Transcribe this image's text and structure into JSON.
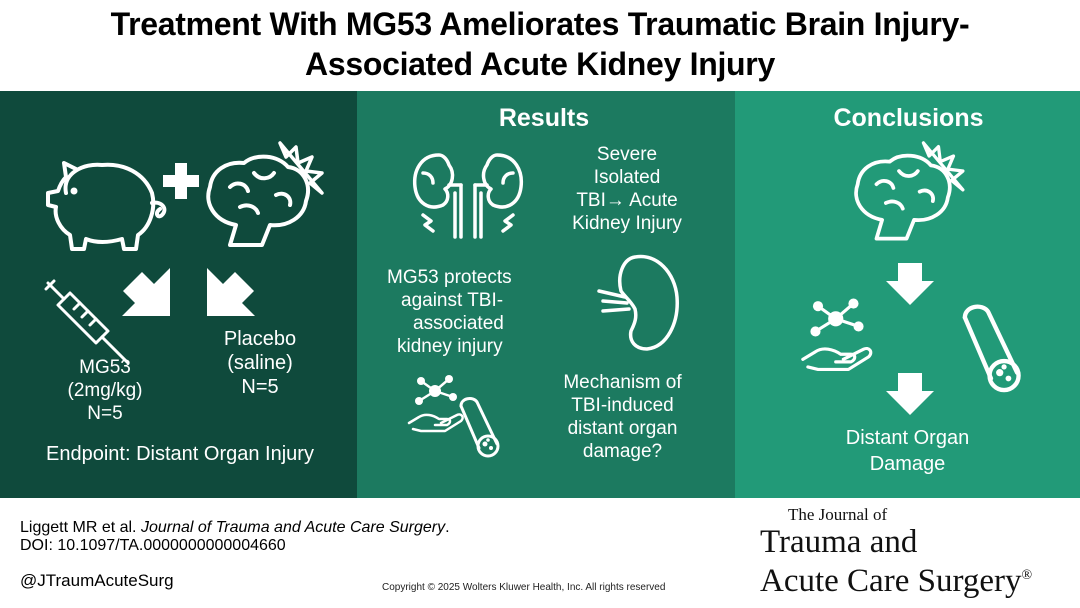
{
  "title": {
    "line1": "Treatment With MG53 Ameliorates Traumatic Brain Injury-",
    "line2": "Associated Acute Kidney Injury"
  },
  "methods": {
    "mg53_line1": "MG53",
    "mg53_line2": "(2mg/kg)",
    "mg53_line3": "N=5",
    "placebo_line1": "Placebo",
    "placebo_line2": "(saline)",
    "placebo_line3": "N=5",
    "endpoint": "Endpoint: Distant Organ Injury"
  },
  "results": {
    "heading": "Results",
    "finding1_line1": "Severe",
    "finding1_line2": "Isolated",
    "finding1_line3": "TBI→ Acute",
    "finding1_line4": "Kidney Injury",
    "finding2_line1": "MG53 protects",
    "finding2_line2": "against TBI-",
    "finding2_line3": "associated",
    "finding2_line4": "kidney injury",
    "question_line1": "Mechanism of",
    "question_line2": "TBI-induced",
    "question_line3": "distant organ",
    "question_line4": "damage?"
  },
  "conclusions": {
    "heading": "Conclusions",
    "line1": "Distant Organ",
    "line2": "Damage"
  },
  "footer": {
    "citation_authors": "Liggett MR et al. ",
    "citation_journal": "Journal of Trauma and Acute Care Surgery",
    "citation_end": ".",
    "doi": "DOI: 10.1097/TA.0000000000004660",
    "handle": "@JTraumAcuteSurg",
    "copyright": "Copyright © 2025  Wolters Kluwer Health, Inc. All rights reserved",
    "journal_line1": "The Journal of",
    "journal_line2": "Trauma and",
    "journal_line3": "Acute Care Surgery",
    "journal_reg": "®"
  },
  "colors": {
    "methods_bg": "#0f4a3c",
    "results_bg": "#1c7a60",
    "conclusions_bg": "#229a78",
    "icon": "#ffffff"
  },
  "icons": {
    "pig": "pig-icon",
    "plus": "plus-icon",
    "brain": "brain-injury-icon",
    "arrow": "arrow-icon",
    "syringe": "syringe-icon",
    "kidneys": "kidneys-icon",
    "kidney": "kidney-icon",
    "molecule_hand": "molecule-hand-icon",
    "vessel": "blood-vessel-icon"
  }
}
